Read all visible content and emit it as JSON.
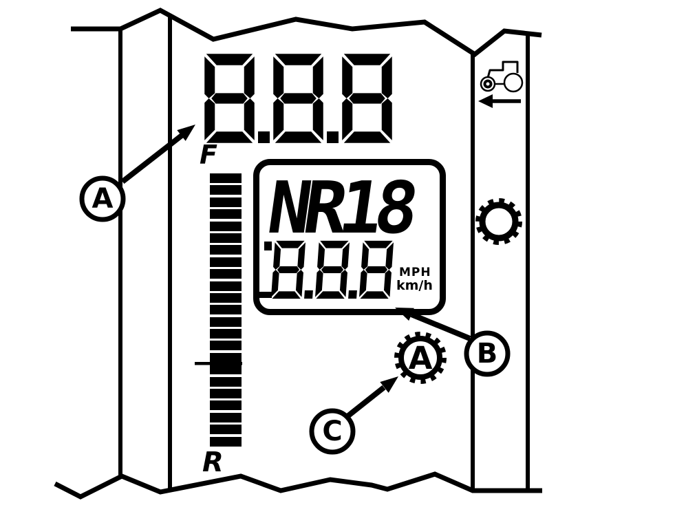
{
  "figure": {
    "title": "Tractor instrument cluster LCD display diagram",
    "ink_color": "#000000",
    "background_color": "#ffffff"
  },
  "upper_display": {
    "value": "8.8.8"
  },
  "performance_monitor_display": {
    "gear_line": "NR18",
    "speed_line": "8.8.8",
    "unit_primary": "MPH",
    "unit_secondary": "km/h"
  },
  "gauge": {
    "top_label": "F",
    "bottom_label": "R",
    "segments": 23,
    "tick_after_segment": 16
  },
  "side_icons": {
    "tractor": "tractor-direction-icon",
    "gear": "gear-icon",
    "auto_gear_letter": "A"
  },
  "callouts": {
    "a": "A",
    "b": "B",
    "c": "C"
  }
}
